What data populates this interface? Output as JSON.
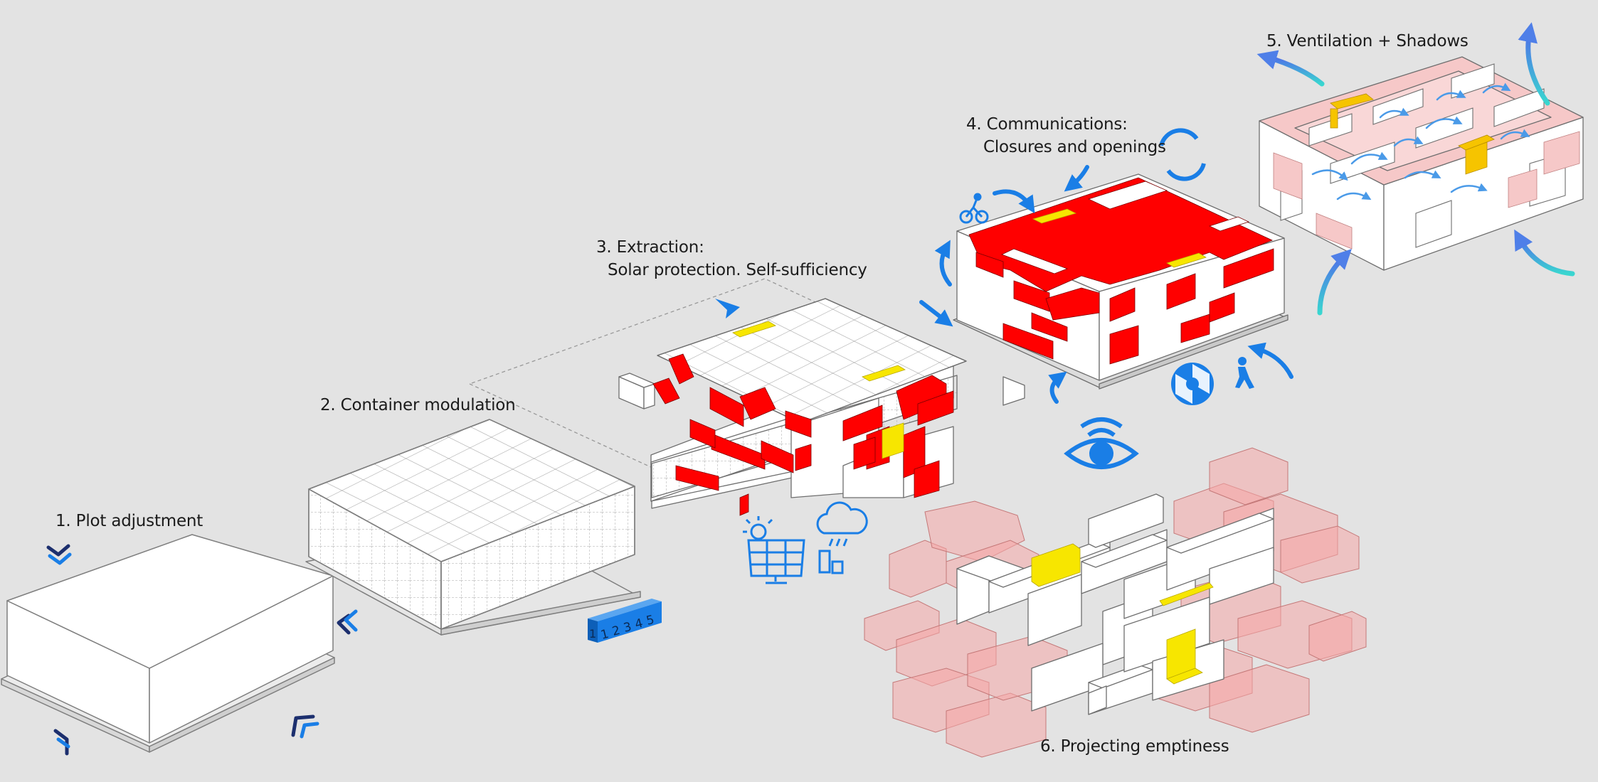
{
  "steps": [
    {
      "id": "plot",
      "label": "1. Plot adjustment"
    },
    {
      "id": "container",
      "label": "2. Container modulation"
    },
    {
      "id": "extraction",
      "label_line1": "3. Extraction:",
      "label_line2": "Solar protection. Self-sufficiency"
    },
    {
      "id": "communications",
      "label_line1": "4. Communications:",
      "label_line2": "Closures and openings"
    },
    {
      "id": "ventilation",
      "label": "5. Ventilation + Shadows"
    },
    {
      "id": "emptiness",
      "label": "6. Projecting emptiness"
    }
  ],
  "module_counter": [
    "1",
    "1",
    "2",
    "3",
    "4",
    "5"
  ],
  "colors": {
    "background": "#e3e3e3",
    "volume": "#ffffff",
    "outline": "#8a8a8a",
    "module_red": "#ff0000",
    "module_yellow": "#f7e600",
    "accent_blue": "#1a7ee6",
    "navy": "#1c2f6e",
    "void_pink": "#f7c2c2",
    "air_cyan": "#3ad6d0"
  },
  "icons": [
    "wind-chevrons-icon",
    "solar-panel-icon",
    "rain-cloud-icon",
    "bicycle-icon",
    "pedestrian-icon",
    "eye-icon",
    "camera-aperture-icon",
    "cycle-arrows-icon",
    "airflow-arrow-icon",
    "paper-plane-icon"
  ]
}
